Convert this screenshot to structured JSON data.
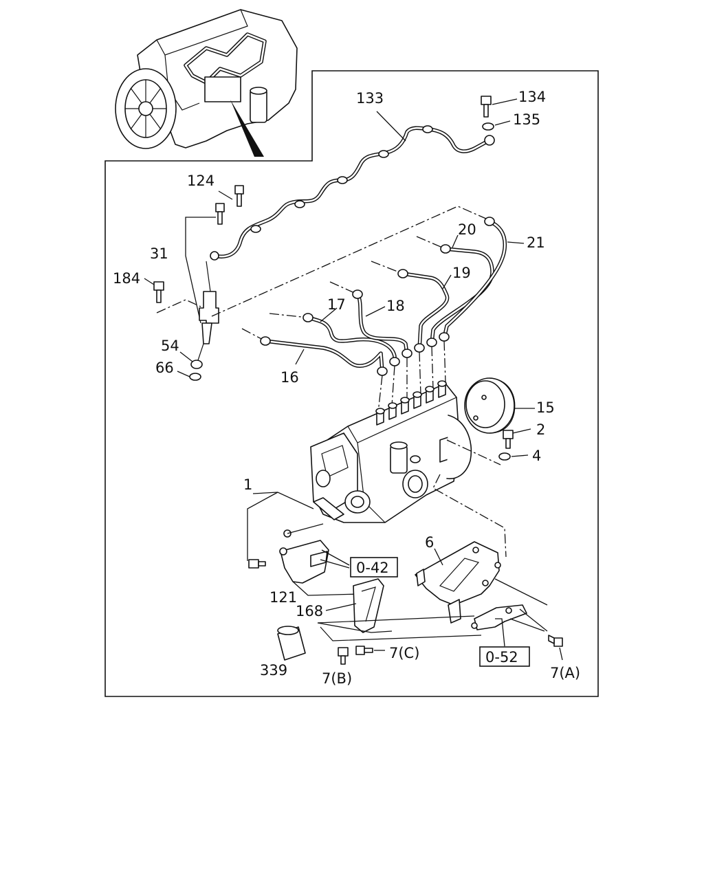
{
  "diagram": {
    "part_labels": {
      "p133": "133",
      "p134": "134",
      "p135": "135",
      "p124": "124",
      "p31": "31",
      "p184": "184",
      "p54": "54",
      "p66": "66",
      "p20": "20",
      "p21": "21",
      "p19": "19",
      "p18": "18",
      "p17": "17",
      "p16": "16",
      "p15": "15",
      "p2": "2",
      "p4": "4",
      "p1": "1",
      "p6": "6",
      "p121": "121",
      "p168": "168",
      "p339": "339",
      "p7b": "7(B)",
      "p7c": "7(C)",
      "p7a": "7(A)"
    },
    "ref_boxes": {
      "r042": "0-42",
      "r052": "0-52"
    }
  }
}
